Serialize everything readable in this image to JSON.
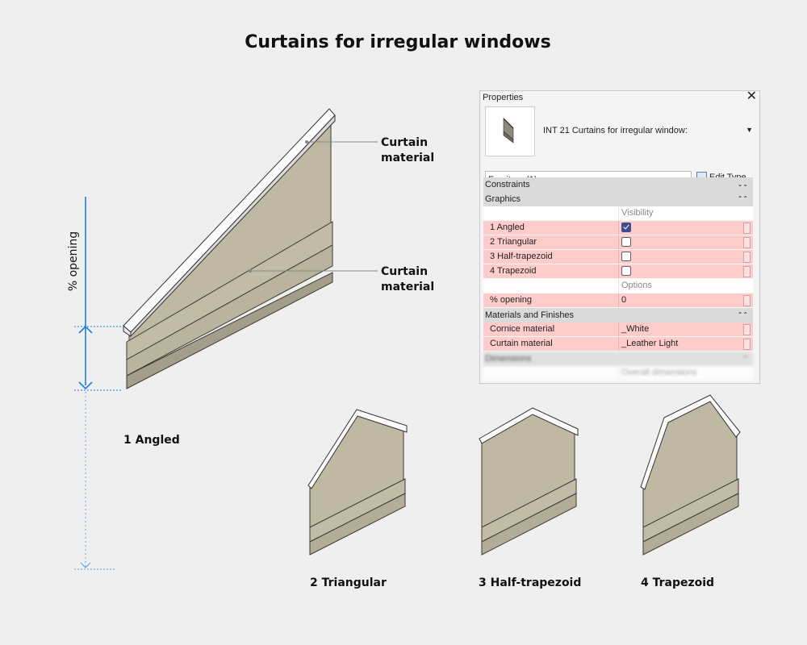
{
  "title": "Curtains for irregular windows",
  "callouts": {
    "curtain_material_1": [
      "Curtain",
      "material"
    ],
    "curtain_material_2": [
      "Curtain",
      "material"
    ]
  },
  "dimension_label": "% opening",
  "variants": [
    {
      "label": "1 Angled"
    },
    {
      "label": "2 Triangular"
    },
    {
      "label": "3 Half-trapezoid"
    },
    {
      "label": "4 Trapezoid"
    }
  ],
  "properties": {
    "header": "Properties",
    "close_icon": "close-icon",
    "type_name": "INT 21 Curtains for irregular window:",
    "filter_value": "Furniture (1)",
    "edit_type_label": "Edit Type",
    "sections": {
      "constraints": "Constraints",
      "graphics": "Graphics",
      "materials": "Materials and Finishes",
      "dimensions": "Dimensions"
    },
    "subheaders": {
      "visibility": "Visibility",
      "options": "Options",
      "overall": "Overall dimensions"
    },
    "visibility_rows": [
      {
        "label": "1 Angled",
        "checked": true
      },
      {
        "label": "2 Triangular",
        "checked": false
      },
      {
        "label": "3 Half-trapezoid",
        "checked": false
      },
      {
        "label": "4 Trapezoid",
        "checked": false
      }
    ],
    "opening": {
      "label": "% opening",
      "value": "0"
    },
    "materials": [
      {
        "label": "Cornice material",
        "value": "_White"
      },
      {
        "label": "Curtain material",
        "value": "_Leather Light"
      }
    ]
  },
  "colors": {
    "background": "#efefef",
    "fabric": "#bfb9a4",
    "fabric_dark": "#a9a38f",
    "cornice": "#f4f4f4",
    "dimension_blue": "#1e7fd9",
    "row_pink": "#ffcccc"
  }
}
